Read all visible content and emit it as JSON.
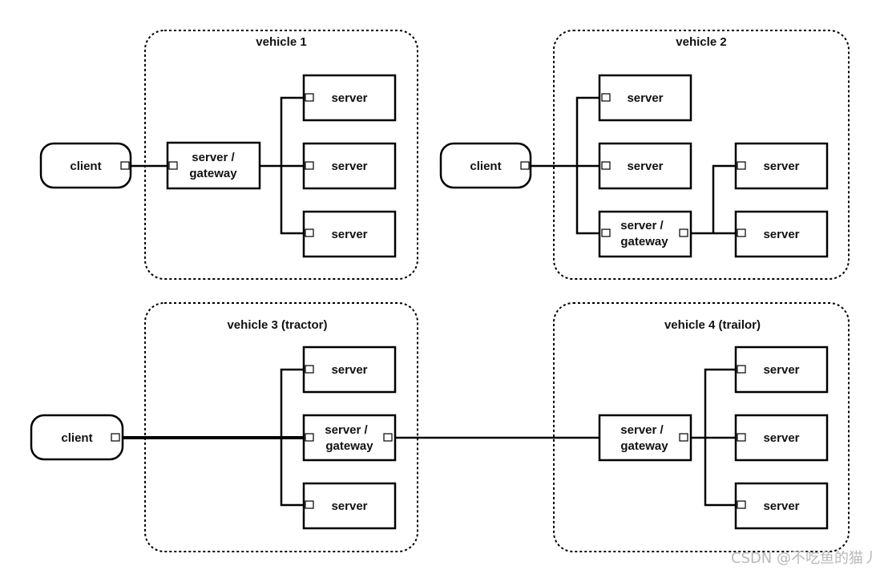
{
  "vehicles": [
    {
      "id": "v1",
      "title": "vehicle 1"
    },
    {
      "id": "v2",
      "title": "vehicle 2"
    },
    {
      "id": "v3",
      "title": "vehicle 3 (tractor)"
    },
    {
      "id": "v4",
      "title": "vehicle 4 (trailor)"
    }
  ],
  "labels": {
    "client": "client",
    "server": "server",
    "gateway_line1": "server /",
    "gateway_line2": "gateway"
  },
  "watermark": "CSDN @不吃鱼的猫丿"
}
